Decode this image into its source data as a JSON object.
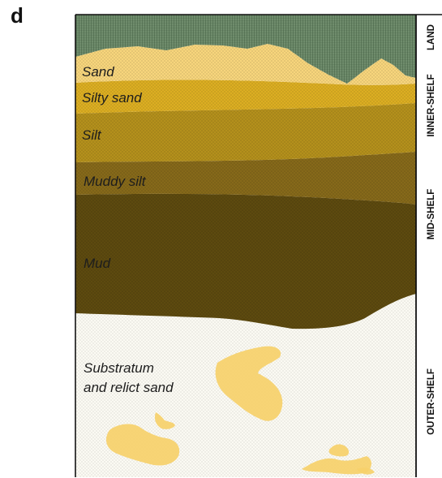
{
  "panel_label": "d",
  "zones": {
    "sand": "Sand",
    "silty_sand": "Silty sand",
    "silt": "Silt",
    "muddy_silt": "Muddy silt",
    "mud": "Mud",
    "substratum_line1": "Substratum",
    "substratum_line2": "and relict sand"
  },
  "shelf_labels": {
    "land": "LAND",
    "inner": "INNER-SHELF",
    "mid": "MID-SHELF",
    "outer": "OUTER-SHELF"
  },
  "colors": {
    "land": "#6f8c6c",
    "sand": "#f7d57c",
    "silty_sand": "#dcae22",
    "silt": "#b4901c",
    "muddy_silt": "#86691a",
    "mud": "#5d4a0f",
    "substratum": "#fbfaf3",
    "relict_sand": "#f6d06a"
  }
}
